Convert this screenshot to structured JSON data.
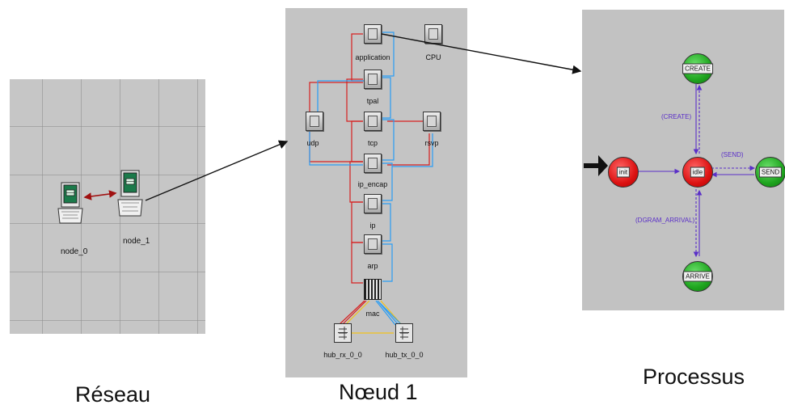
{
  "captions": {
    "reseau": "Réseau",
    "noeud": "Nœud 1",
    "processus": "Processus"
  },
  "network": {
    "nodes": [
      "node_0",
      "node_1"
    ]
  },
  "node_model": {
    "modules": [
      "application",
      "CPU",
      "tpal",
      "udp",
      "tcp",
      "rsvp",
      "ip_encap",
      "ip",
      "arp",
      "mac",
      "hub_rx_0_0",
      "hub_tx_0_0"
    ]
  },
  "process_model": {
    "states": [
      "CREATE",
      "init",
      "idle",
      "SEND",
      "ARRIVE"
    ],
    "transitions": [
      "(CREATE)",
      "(SEND)",
      "(DGRAM_ARRIVAL)"
    ]
  },
  "colors": {
    "panel_bg": "#c4c4c4",
    "link_red": "#d62020",
    "link_blue": "#2a9df4",
    "link_yellow": "#f2c21a",
    "forced_state": "#dc1212",
    "unforced_state": "#1fa51f",
    "transition": "#5a2fc8"
  }
}
